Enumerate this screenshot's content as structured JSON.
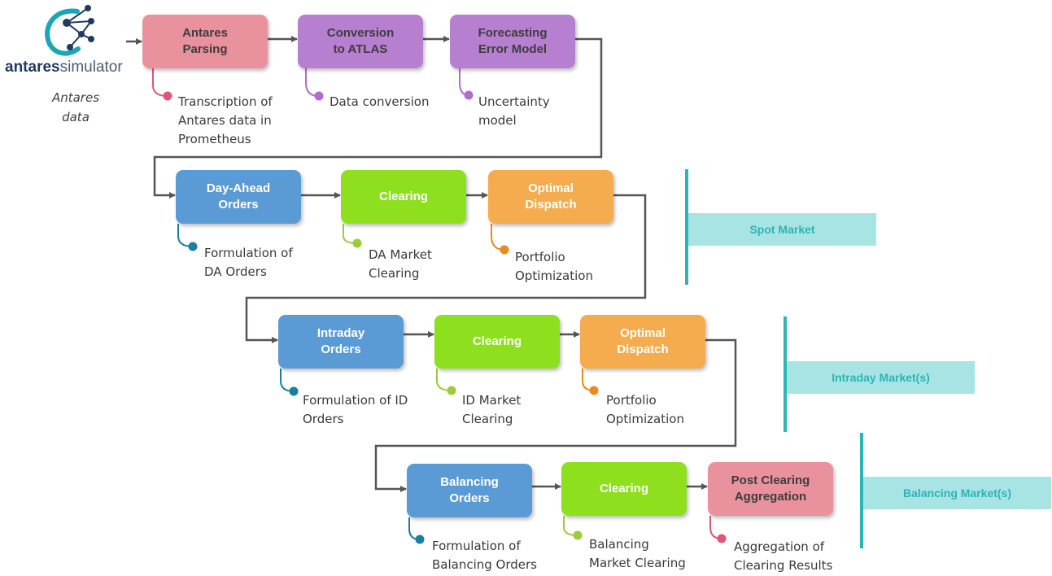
{
  "logo": {
    "name_bold": "antares",
    "name_light": "simulator",
    "caption": "Antares\ndata"
  },
  "rows": [
    {
      "boxes": [
        {
          "label": "Antares\nParsing",
          "color": "#e9919d"
        },
        {
          "label": "Conversion\nto ATLAS",
          "color": "#b77fcf"
        },
        {
          "label": "Forecasting\nError Model",
          "color": "#b77fcf"
        }
      ],
      "notes": [
        {
          "text": "Transcription of\nAntares data in\nPrometheus",
          "dot": "#e0557a"
        },
        {
          "text": "Data conversion",
          "dot": "#b06ccf"
        },
        {
          "text": "Uncertainty\nmodel",
          "dot": "#b06ccf"
        }
      ]
    },
    {
      "boxes": [
        {
          "label": "Day-Ahead\nOrders",
          "color": "#5b9bd5"
        },
        {
          "label": "Clearing",
          "color": "#8ee01e"
        },
        {
          "label": "Optimal\nDispatch",
          "color": "#f4ac4e"
        }
      ],
      "notes": [
        {
          "text": "Formulation of\nDA Orders",
          "dot": "#1a7f9c"
        },
        {
          "text": "DA Market\nClearing",
          "dot": "#9dcc3a"
        },
        {
          "text": "Portfolio\nOptimization",
          "dot": "#e98a1e"
        }
      ]
    },
    {
      "boxes": [
        {
          "label": "Intraday\nOrders",
          "color": "#5b9bd5"
        },
        {
          "label": "Clearing",
          "color": "#8ee01e"
        },
        {
          "label": "Optimal\nDispatch",
          "color": "#f4ac4e"
        }
      ],
      "notes": [
        {
          "text": "Formulation of ID\nOrders",
          "dot": "#1a7f9c"
        },
        {
          "text": "ID Market\nClearing",
          "dot": "#9dcc3a"
        },
        {
          "text": "Portfolio\nOptimization",
          "dot": "#e98a1e"
        }
      ]
    },
    {
      "boxes": [
        {
          "label": "Balancing\nOrders",
          "color": "#5b9bd5"
        },
        {
          "label": "Clearing",
          "color": "#8ee01e"
        },
        {
          "label": "Post Clearing\nAggregation",
          "color": "#e9919d"
        }
      ],
      "notes": [
        {
          "text": "Formulation of\nBalancing Orders",
          "dot": "#1a7f9c"
        },
        {
          "text": "Balancing\nMarket Clearing",
          "dot": "#9dcc3a"
        },
        {
          "text": "Aggregation of\nClearing Results",
          "dot": "#e0557a"
        }
      ]
    }
  ],
  "markets": [
    {
      "label": "Spot Market"
    },
    {
      "label": "Intraday Market(s)"
    },
    {
      "label": "Balancing Market(s)"
    }
  ],
  "colors": {
    "connector": "#555555",
    "band_fill": "#a8e4e4",
    "band_text": "#2cb5b5",
    "band_bar": "#2cb5b5"
  }
}
